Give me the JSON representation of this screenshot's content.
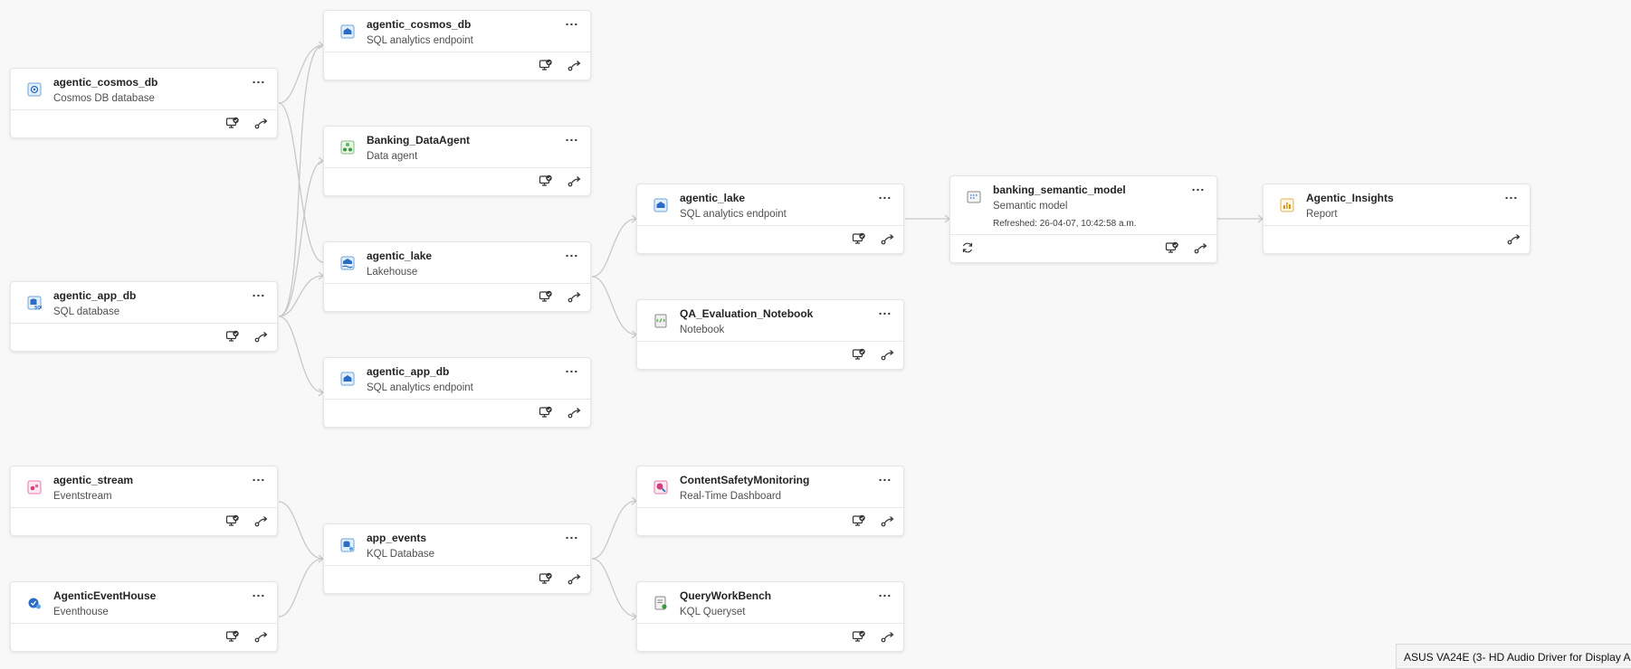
{
  "nodes": {
    "cosmos_db": {
      "name": "agentic_cosmos_db",
      "type": "Cosmos DB database",
      "icon": "cosmos-db-icon"
    },
    "app_db": {
      "name": "agentic_app_db",
      "type": "SQL database",
      "icon": "sql-database-icon"
    },
    "cosmos_endpoint": {
      "name": "agentic_cosmos_db",
      "type": "SQL analytics endpoint",
      "icon": "sql-endpoint-icon"
    },
    "data_agent": {
      "name": "Banking_DataAgent",
      "type": "Data agent",
      "icon": "data-agent-icon"
    },
    "lakehouse": {
      "name": "agentic_lake",
      "type": "Lakehouse",
      "icon": "lakehouse-icon"
    },
    "app_db_endpoint": {
      "name": "agentic_app_db",
      "type": "SQL analytics endpoint",
      "icon": "sql-endpoint-icon"
    },
    "lake_endpoint": {
      "name": "agentic_lake",
      "type": "SQL analytics endpoint",
      "icon": "sql-endpoint-icon"
    },
    "notebook": {
      "name": "QA_Evaluation_Notebook",
      "type": "Notebook",
      "icon": "notebook-icon"
    },
    "semantic_model": {
      "name": "banking_semantic_model",
      "type": "Semantic model",
      "refreshed": "Refreshed: 26-04-07, 10:42:58 a.m.",
      "icon": "semantic-model-icon"
    },
    "report": {
      "name": "Agentic_Insights",
      "type": "Report",
      "icon": "report-icon"
    },
    "stream": {
      "name": "agentic_stream",
      "type": "Eventstream",
      "icon": "eventstream-icon"
    },
    "eventhouse": {
      "name": "AgenticEventHouse",
      "type": "Eventhouse",
      "icon": "eventhouse-icon"
    },
    "kql_db": {
      "name": "app_events",
      "type": "KQL Database",
      "icon": "kql-database-icon"
    },
    "dashboard": {
      "name": "ContentSafetyMonitoring",
      "type": "Real-Time Dashboard",
      "icon": "realtime-dashboard-icon"
    },
    "queryset": {
      "name": "QueryWorkBench",
      "type": "KQL Queryset",
      "icon": "kql-queryset-icon"
    }
  },
  "common": {
    "more_label": "...",
    "impact_icon": "impact-analysis-icon",
    "lineage_icon": "lineage-icon",
    "refresh_icon": "refresh-icon"
  },
  "tooltip": {
    "text": "ASUS VA24E (3- HD Audio Driver for Display A"
  },
  "colors": {
    "background": "#f8f8f8",
    "card": "#ffffff",
    "edge": "#c8c8c8",
    "sql_blue": "#2b6cc4"
  }
}
